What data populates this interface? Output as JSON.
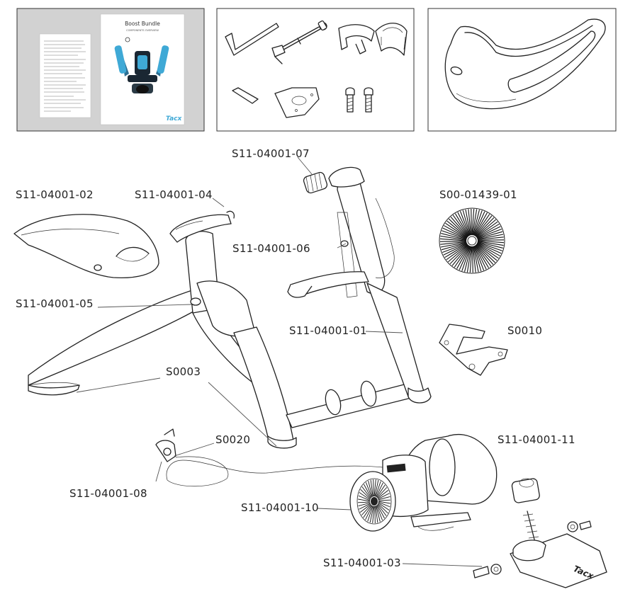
{
  "manual": {
    "title": "Boost Bundle",
    "subtitle": "COMPONENTS OVERVIEW",
    "brand": "Tacx"
  },
  "base_logo": "Tacx",
  "labels": [
    {
      "id": "S11-04001-07",
      "text": "S11-04001-07"
    },
    {
      "id": "S11-04001-02",
      "text": "S11-04001-02"
    },
    {
      "id": "S11-04001-04",
      "text": "S11-04001-04"
    },
    {
      "id": "S00-01439-01",
      "text": "S00-01439-01"
    },
    {
      "id": "S11-04001-06",
      "text": "S11-04001-06"
    },
    {
      "id": "S11-04001-05",
      "text": "S11-04001-05"
    },
    {
      "id": "S11-04001-01",
      "text": "S11-04001-01"
    },
    {
      "id": "S0010",
      "text": "S0010"
    },
    {
      "id": "S0003",
      "text": "S0003"
    },
    {
      "id": "S0020",
      "text": "S0020"
    },
    {
      "id": "S11-04001-11",
      "text": "S11-04001-11"
    },
    {
      "id": "S11-04001-08",
      "text": "S11-04001-08"
    },
    {
      "id": "S11-04001-10",
      "text": "S11-04001-10"
    },
    {
      "id": "S11-04001-03",
      "text": "S11-04001-03"
    }
  ],
  "colors": {
    "accent": "#3fa9d6",
    "line": "#222222",
    "panel_border": "#333333",
    "manual_bg": "#d4d4d4"
  }
}
